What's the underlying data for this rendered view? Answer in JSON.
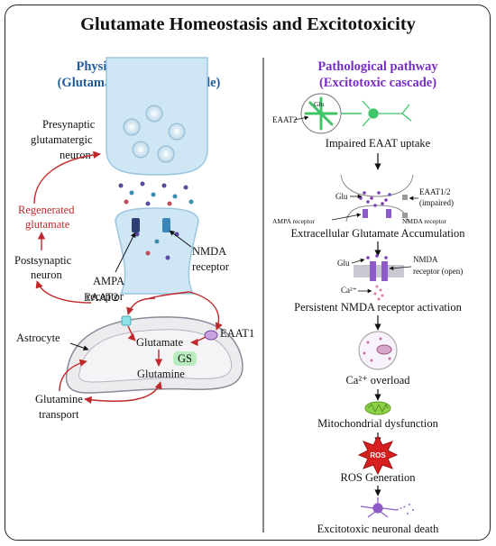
{
  "title": "Glutamate Homeostasis and Excitotoxicity",
  "left_panel": {
    "heading_line1": "Physiological Pathway",
    "heading_line2": "(Glutamate-Glutamine cycle)",
    "presynaptic_line1": "Presynaptic",
    "presynaptic_line2": "glutamatergic",
    "presynaptic_line3": "neuron",
    "regenerated_line1": "Regenerated",
    "regenerated_line2": "glutamate",
    "postsynaptic_line1": "Postsynaptic",
    "postsynaptic_line2": "neuron",
    "ampa_line1": "AMPA",
    "ampa_line2": "receptor",
    "nmda_line1": "NMDA",
    "nmda_line2": "receptor",
    "eaat2": "EAAT2",
    "eaat1": "EAAT1",
    "astrocyte": "Astrocyte",
    "glutamate": "Glutamate",
    "gs": "GS",
    "glutamine": "Glutamine",
    "transport_line1": "Glutamine",
    "transport_line2": "transport"
  },
  "right_panel": {
    "heading_line1": "Pathological pathway",
    "heading_line2": "(Excitotoxic cascade)",
    "glu_small": "Glu",
    "eaat2_small": "EAAT2",
    "step1": "Impaired EAAT uptake",
    "glu_label": "Glu",
    "eaat12_line1": "EAAT1/2",
    "eaat12_line2": "(impaired)",
    "ampa_receptor": "AMPA receptor",
    "nmda_receptor": "NMDA receptor",
    "step2": "Extracellular Glutamate Accumulation",
    "glu_label2": "Glu",
    "nmda_open_line1": "NMDA",
    "nmda_open_line2": "receptor (open)",
    "ca_label": "Ca²⁺",
    "step3": "Persistent NMDA receptor activation",
    "step4": "Ca²⁺ overload",
    "step5": "Mitochondrial dysfunction",
    "ros": "ROS",
    "step6": "ROS Generation",
    "step7": "Excitotoxic neuronal death"
  },
  "colors": {
    "heading_blue": "#1f5b9e",
    "heading_purple": "#7a2cc7",
    "pathway_red": "#c0292b",
    "neuron_fill": "#cfe6f5",
    "astrocyte_fill": "#ececef",
    "ros_red": "#d62020"
  }
}
